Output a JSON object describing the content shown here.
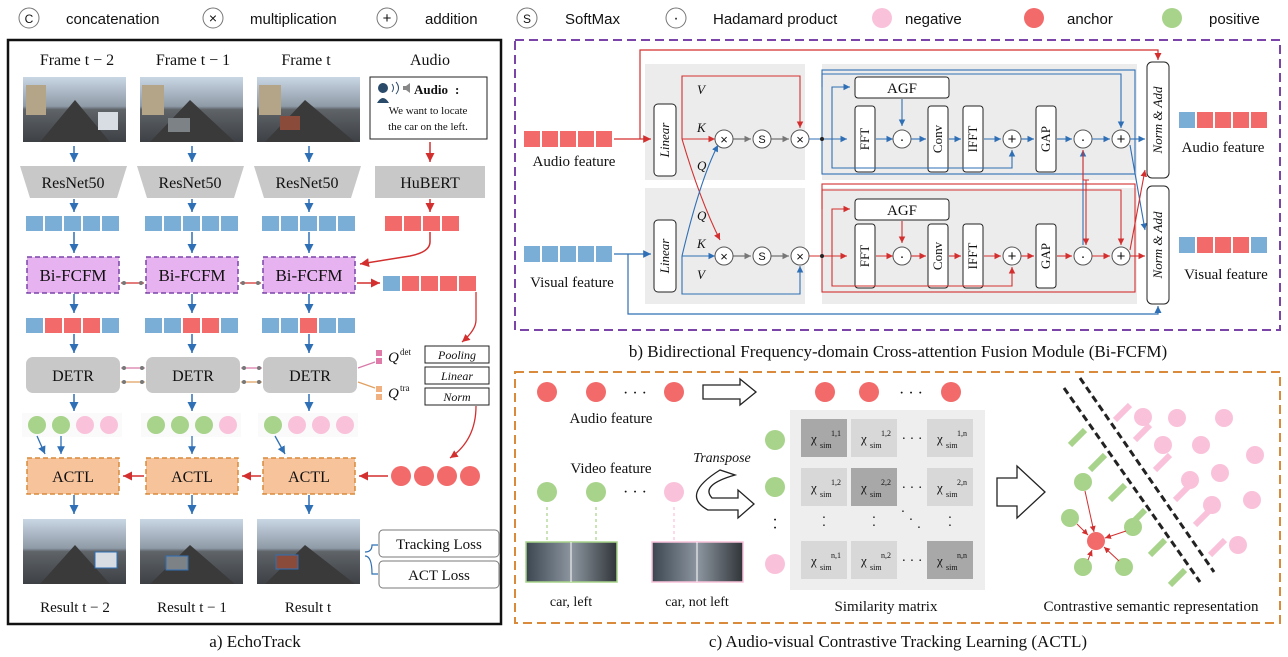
{
  "legend": {
    "concat_glyph": "C",
    "concat": "concatenation",
    "mult_glyph": "×",
    "mult": "multiplication",
    "add_glyph": "+",
    "add": "addition",
    "softmax_glyph": "S",
    "softmax": "SoftMax",
    "hadamard_glyph": "·",
    "hadamard": "Hadamard product",
    "negative": "negative",
    "anchor": "anchor",
    "positive": "positive"
  },
  "colors": {
    "red": "#f26a6a",
    "blue": "#7aaed6",
    "pink": "#f9c2da",
    "green": "#a7d38a",
    "purple_box": "#e7b2f0",
    "orange_box": "#f6c39b",
    "gray_box": "#c8c8c8",
    "panel_purple": "#7a44a8",
    "panel_orange": "#d98a3a",
    "arrow_blue": "#2f6fb5",
    "arrow_red": "#d32f2f"
  },
  "a": {
    "caption": "a) EchoTrack",
    "frames": [
      {
        "label": "Frame t − 2",
        "result": "Result t − 2"
      },
      {
        "label": "Frame t − 1",
        "result": "Result t − 1"
      },
      {
        "label": "Frame t",
        "result": "Result t"
      }
    ],
    "audio_col": "Audio",
    "audio_card_title": "Audio",
    "audio_card_colon": ":",
    "audio_card_text1": "We want to locate",
    "audio_card_text2": "the car on the left.",
    "resnet": "ResNet50",
    "hubert": "HuBERT",
    "bifcfm": "Bi-FCFM",
    "detr": "DETR",
    "actl": "ACTL",
    "q_det": "Q",
    "q_det_sup": "det",
    "q_tra": "Q",
    "q_tra_sup": "tra",
    "ops": [
      "Pooling",
      "Linear",
      "Norm"
    ],
    "losses": [
      "Tracking Loss",
      "ACT Loss"
    ]
  },
  "b": {
    "caption": "b) Bidirectional Frequency-domain Cross-attention Fusion Module (Bi-FCFM)",
    "audio_in": "Audio feature",
    "visual_in": "Visual feature",
    "audio_out": "Audio feature",
    "visual_out": "Visual feature",
    "linear": "Linear",
    "V": "V",
    "K": "K",
    "Q": "Q",
    "agf": "AGF",
    "fft": "FFT",
    "conv": "Conv",
    "ifft": "IFFT",
    "gap": "GAP",
    "norm_add": "Norm & Add"
  },
  "c": {
    "caption": "c) Audio-visual Contrastive Tracking Learning (ACTL)",
    "audio_feature": "Audio feature",
    "video_feature": "Video feature",
    "transpose": "Transpose",
    "ellipsis": "· · ·",
    "car_left": "car, left",
    "car_not_left": "car, not left",
    "sim_caption": "Similarity matrix",
    "contrast_caption": "Contrastive semantic representation",
    "chi": "χ",
    "sim_sub": "sim",
    "matrix": [
      [
        "1,1",
        "1,2",
        "1,n"
      ],
      [
        "1,2",
        "2,2",
        "2,n"
      ],
      [
        "n,1",
        "n,2",
        "n,n"
      ]
    ]
  }
}
